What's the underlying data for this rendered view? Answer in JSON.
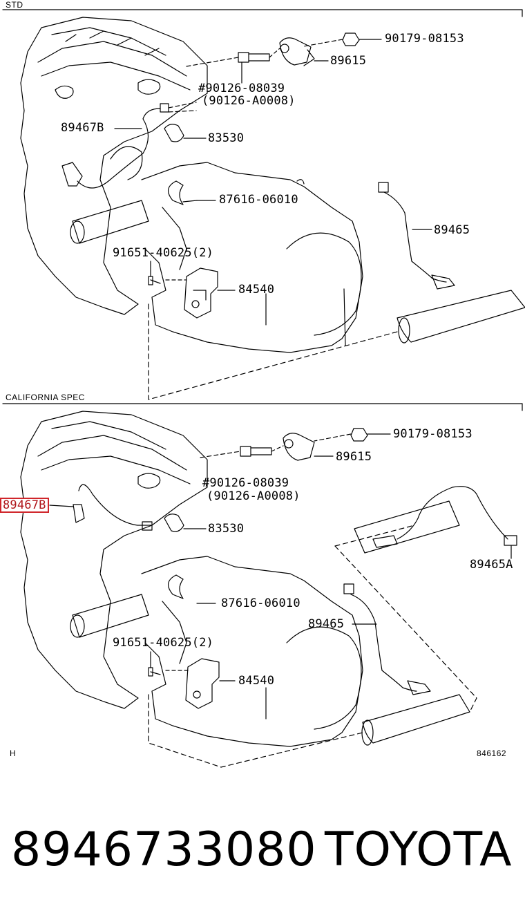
{
  "sections": {
    "std": "STD",
    "california": "CALIFORNIA SPEC"
  },
  "std_labels": {
    "nut_90179": "90179-08153",
    "sensor_89615": "89615",
    "bolt_90126": "#90126-08039",
    "bolt_90126_alt": "(90126-A0008)",
    "sensor_89467b": "89467B",
    "switch_83530": "83530",
    "clamp_87616": "87616-06010",
    "sensor_89465": "89465",
    "bolt_91651": "91651-40625(2)",
    "switch_84540": "84540"
  },
  "ca_labels": {
    "nut_90179": "90179-08153",
    "sensor_89615": "89615",
    "bolt_90126": "#90126-08039",
    "bolt_90126_alt": "(90126-A0008)",
    "sensor_89467b": "89467B",
    "switch_83530": "83530",
    "sensor_89465a": "89465A",
    "clamp_87616": "87616-06010",
    "sensor_89465": "89465",
    "bolt_91651": "91651-40625(2)",
    "switch_84540": "84540"
  },
  "corner_codes": {
    "left": "H",
    "right": "846162"
  },
  "footer": {
    "part_number": "8946733080",
    "brand": "TOYOTA"
  },
  "colors": {
    "highlight": "#d0262b",
    "line": "#000000"
  }
}
